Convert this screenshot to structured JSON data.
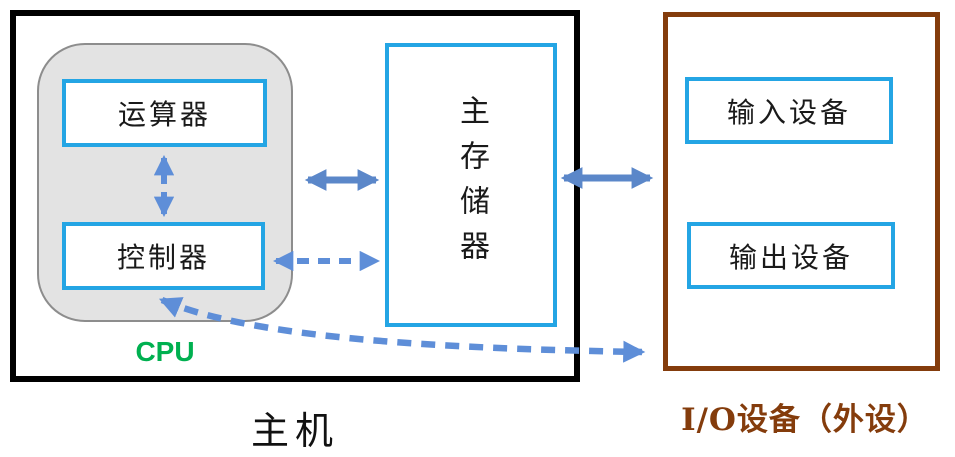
{
  "colors": {
    "blue_border": "#24a5e4",
    "arrow_solid": "#5b87c9",
    "arrow_dashed": "#5e8ed8",
    "cpu_green": "#00b050",
    "brown": "#843c0c",
    "gray_fill": "#e3e3e3",
    "gray_border": "#8d8d8d",
    "black": "#000000"
  },
  "host": {
    "label": "主机",
    "cpu": {
      "label": "CPU",
      "alu_label": "运算器",
      "cu_label": "控制器"
    },
    "memory_label": "主存储器"
  },
  "io": {
    "label": "I/O设备（外设）",
    "input_label": "输入设备",
    "output_label": "输出设备"
  },
  "edges": [
    {
      "name": "cpu-memory-bus",
      "from": "CPU",
      "to": "主存储器",
      "style": "solid",
      "heads": "both"
    },
    {
      "name": "memory-io-bus",
      "from": "主存储器",
      "to": "I/O设备",
      "style": "solid",
      "heads": "both"
    },
    {
      "name": "alu-cu-link",
      "from": "运算器",
      "to": "控制器",
      "style": "dashed",
      "heads": "both"
    },
    {
      "name": "cu-memory-link",
      "from": "控制器",
      "to": "主存储器",
      "style": "dashed",
      "heads": "both"
    },
    {
      "name": "cu-io-link",
      "from": "控制器",
      "to": "I/O设备",
      "style": "dashed",
      "heads": "both"
    }
  ]
}
